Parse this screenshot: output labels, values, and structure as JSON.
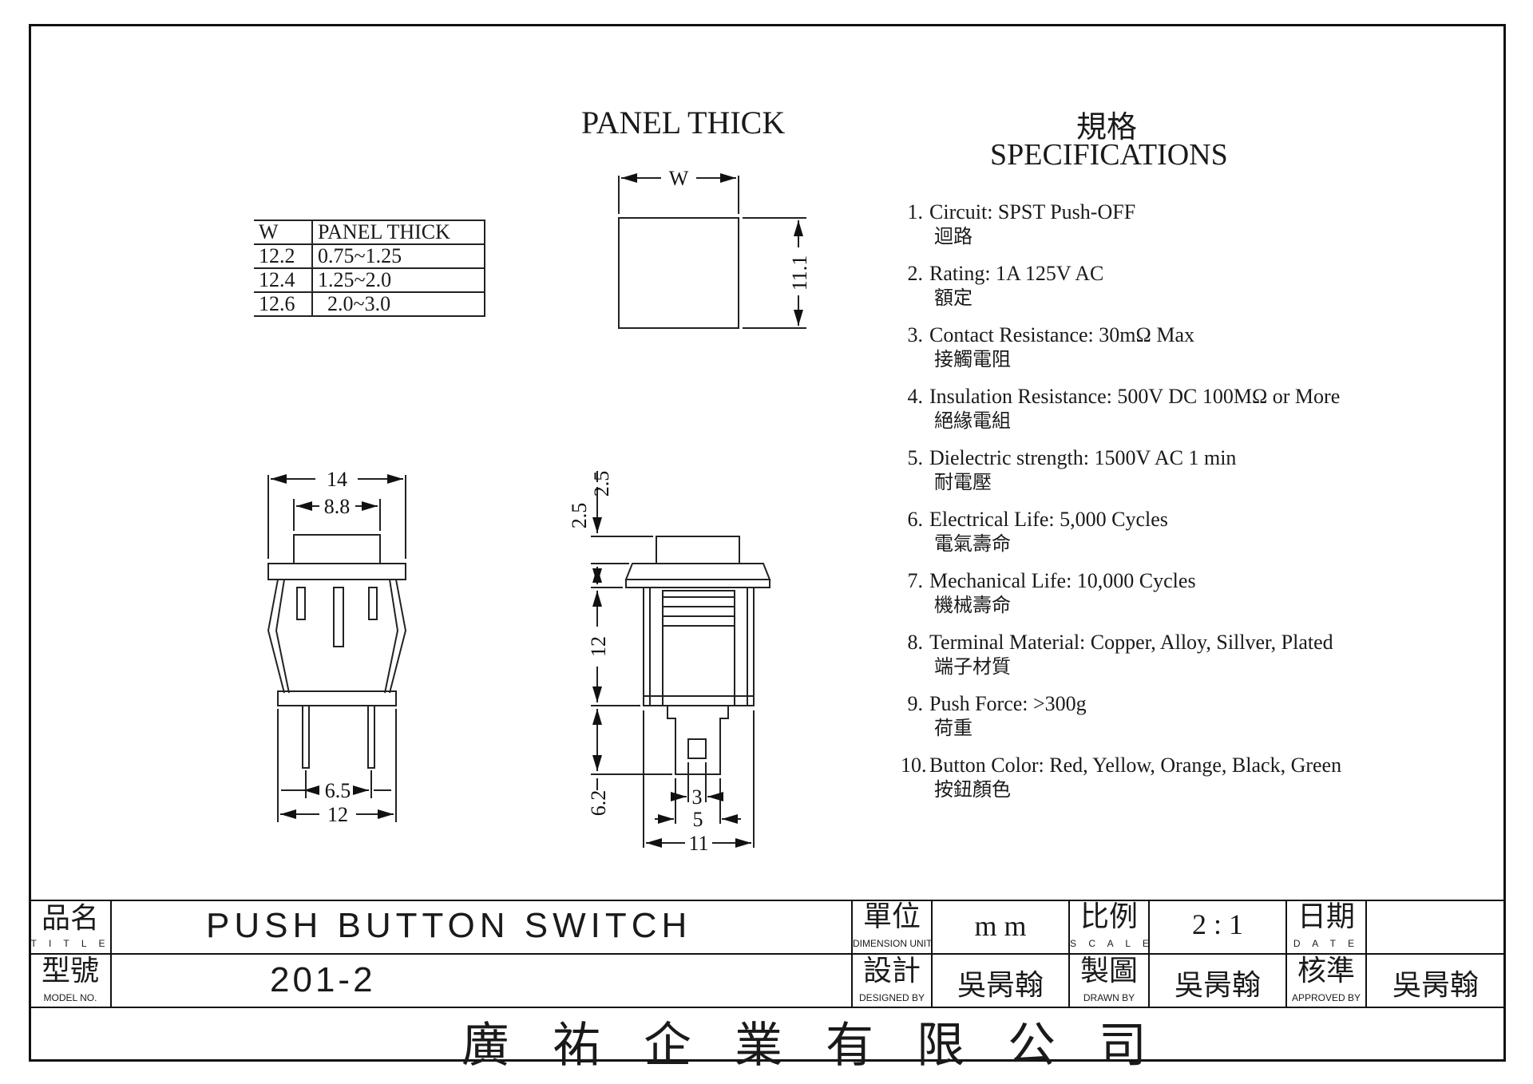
{
  "panel_view": {
    "title": "PANEL THICK",
    "width_label": "W",
    "height_label": "11.1"
  },
  "panel_table": {
    "headers": [
      "W",
      "PANEL THICK"
    ],
    "rows": [
      [
        "12.2",
        "0.75~1.25"
      ],
      [
        "12.4",
        "1.25~2.0"
      ],
      [
        "12.6",
        "2.0~3.0"
      ]
    ]
  },
  "specifications": {
    "title_cn": "規格",
    "title_en": "SPECIFICATIONS",
    "items": [
      {
        "num": "1.",
        "en": "Circuit:  SPST  Push-OFF",
        "cn": "迴路"
      },
      {
        "num": "2.",
        "en": "Rating:  1A 125V AC",
        "cn": "額定"
      },
      {
        "num": "3.",
        "en": "Contact Resistance:  30mΩ  Max",
        "cn": "接觸電阻"
      },
      {
        "num": "4.",
        "en": "Insulation Resistance:  500V DC 100MΩ  or More",
        "cn": "絕緣電組"
      },
      {
        "num": "5.",
        "en": "Dielectric strength:  1500V AC 1 min",
        "cn": "耐電壓"
      },
      {
        "num": "6.",
        "en": "Electrical Life:  5,000 Cycles",
        "cn": "電氣壽命"
      },
      {
        "num": "7.",
        "en": "Mechanical Life:  10,000 Cycles",
        "cn": "機械壽命"
      },
      {
        "num": "8.",
        "en": "Terminal Material:  Copper, Alloy, Sillver, Plated",
        "cn": "端子材質"
      },
      {
        "num": "9.",
        "en": "Push Force:  >300g",
        "cn": "荷重"
      },
      {
        "num": "10.",
        "en": "Button Color:  Red, Yellow, Orange, Black, Green",
        "cn": "按鈕顏色"
      }
    ]
  },
  "front_view": {
    "dims": {
      "overall": "14",
      "button": "8.8",
      "pin_pitch": "6.5",
      "base": "12"
    }
  },
  "side_view": {
    "dims": {
      "top_a": "2.5",
      "top_b": "2.5",
      "body": "12",
      "pin": "6.2",
      "pin_w": "3",
      "pin_base": "5",
      "base": "11"
    }
  },
  "title_block": {
    "title_cn": "品名",
    "title_en": "T I T L E",
    "title_value": "PUSH BUTTON SWITCH",
    "model_cn": "型號",
    "model_en": "MODEL  NO.",
    "model_value": "201-2",
    "unit_cn": "單位",
    "unit_en": "DIMENSION UNIT",
    "unit_value": "m m",
    "scale_cn": "比例",
    "scale_en": "S C A L E",
    "scale_value": "2 : 1",
    "date_cn": "日期",
    "date_en": "D A T E",
    "date_value": "",
    "designed_cn": "設計",
    "designed_en": "DESIGNED BY",
    "designed_value": "吳昺翰",
    "drawn_cn": "製圖",
    "drawn_en": "DRAWN    BY",
    "drawn_value": "吳昺翰",
    "approved_cn": "核準",
    "approved_en": "APPROVED  BY",
    "approved_value": "吳昺翰",
    "company": "廣祐企業有限公司"
  }
}
